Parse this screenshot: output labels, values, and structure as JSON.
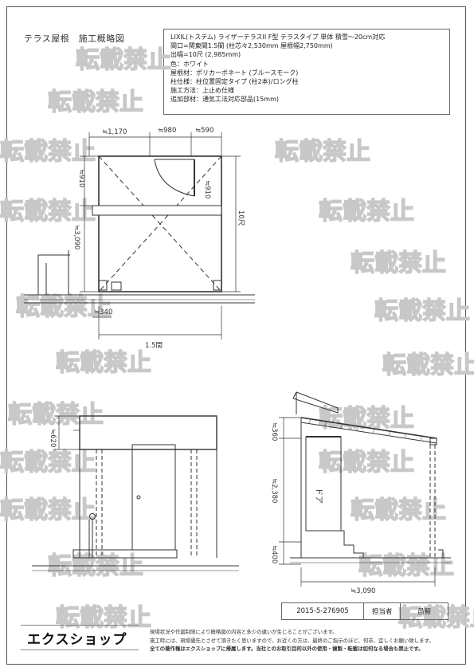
{
  "doc_title": "テラス屋根　施工概略図",
  "specs": [
    "LIXIL(トステム) ライザーテラスII F型 テラスタイプ 単体 積雪～20cm対応",
    "間口=関東間1.5間 (柱芯々2,530mm 屋根幅2,750mm)",
    "出幅=10尺 (2,985mm)",
    "色：ホワイト",
    "屋根材：ポリカーボネート (ブルースモーク)",
    "柱仕様：柱位置固定タイプ (柱2本)/ロング柱",
    "施工方法：上止め仕様",
    "追加部材：通気工法対応部品(15mm)"
  ],
  "plan": {
    "dim_top_left": "≒1,170",
    "dim_top_mid": "≒980",
    "dim_top_right": "≒590",
    "dim_left_upper": "≒910",
    "dim_inner_right": "≒910",
    "dim_left_total": "≒3,090",
    "dim_right": "10尺",
    "dim_bottom": "≒340",
    "dim_width": "1.5間"
  },
  "front": {
    "dim_left": "≒620"
  },
  "side": {
    "dim_top": "≒360",
    "dim_mid": "≒2,380",
    "dim_low": "≒400",
    "dim_bottom": "≒3,090",
    "door_label": "ドア"
  },
  "watermark": "転載禁止",
  "footer": {
    "ref_number": "2015-5-276905",
    "staff_label": "担当者",
    "staff_name": "邑智",
    "brand": "エクスショップ",
    "notes": [
      "現場状況や作図制限により概略図の内容と多少の違いが生じることがございます。",
      "施工時には、現場優先とさせて頂きたく思いますので、お近くの方は、最終のご指示のほど、何卒、宜しくお願い致します。",
      "全ての著作権はエクスショップに帰属します。当社とのお取引目的以外の使用・複製・転載は如何なる場合も禁止です。"
    ]
  }
}
